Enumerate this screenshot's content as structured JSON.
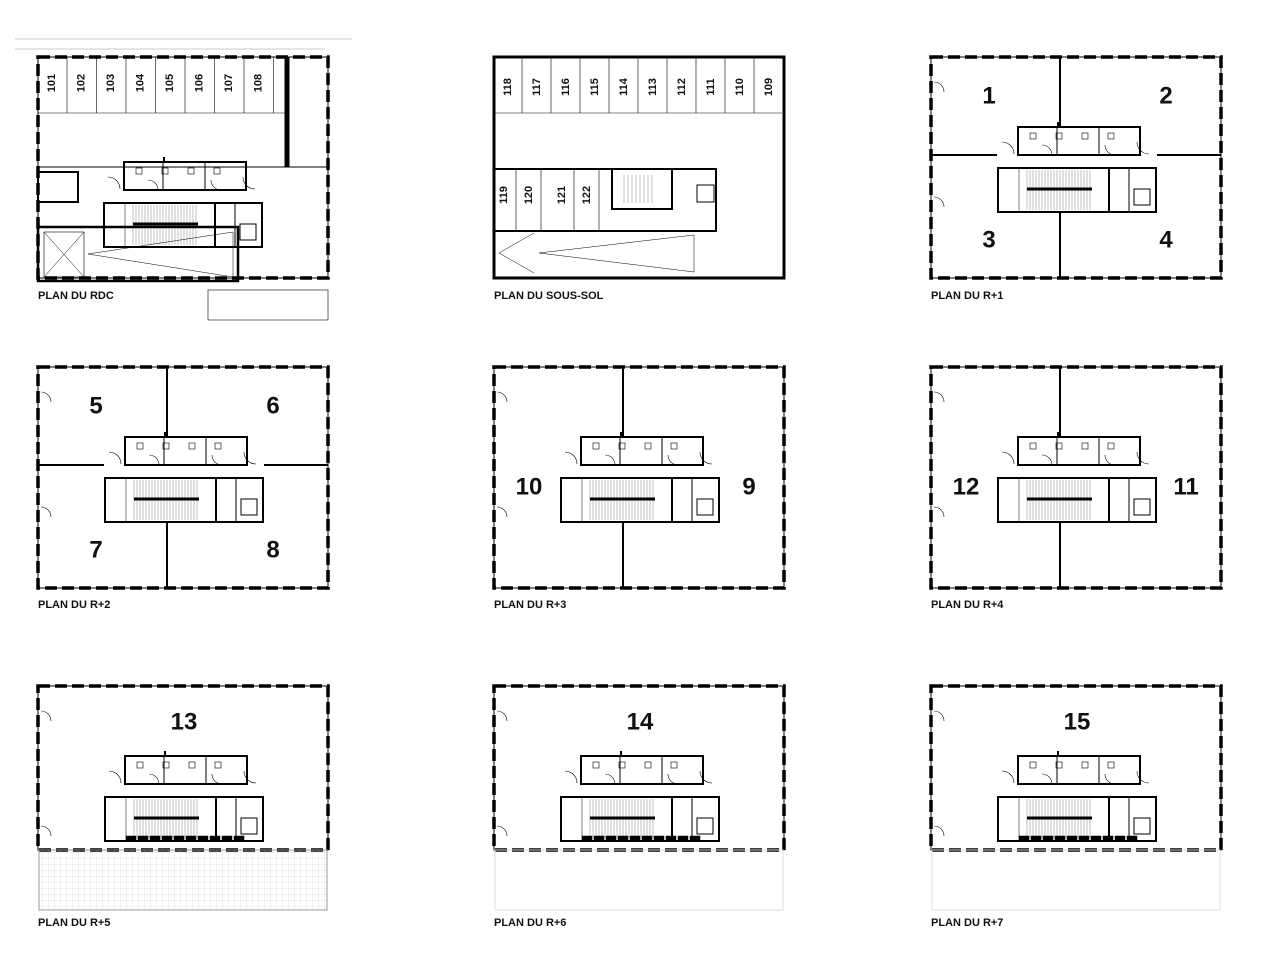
{
  "plans": [
    {
      "id": "rdc",
      "title": "PLAN DU RDC",
      "cells": [
        "101",
        "102",
        "103",
        "104",
        "105",
        "106",
        "107",
        "108"
      ]
    },
    {
      "id": "sous-sol",
      "title": "PLAN DU SOUS-SOL",
      "cells": [
        "118",
        "117",
        "116",
        "115",
        "114",
        "113",
        "112",
        "111",
        "110",
        "109"
      ],
      "lower_cells": [
        "119",
        "120",
        "121",
        "122"
      ]
    },
    {
      "id": "r1",
      "title": "PLAN DU R+1",
      "units": [
        "1",
        "2",
        "3",
        "4"
      ]
    },
    {
      "id": "r2",
      "title": "PLAN DU R+2",
      "units": [
        "5",
        "6",
        "7",
        "8"
      ]
    },
    {
      "id": "r3",
      "title": "PLAN DU R+3",
      "units": [
        "10",
        "9"
      ]
    },
    {
      "id": "r4",
      "title": "PLAN DU R+4",
      "units": [
        "12",
        "11"
      ]
    },
    {
      "id": "r5",
      "title": "PLAN DU R+5",
      "units": [
        "13"
      ]
    },
    {
      "id": "r6",
      "title": "PLAN DU R+6",
      "units": [
        "14"
      ]
    },
    {
      "id": "r7",
      "title": "PLAN DU R+7",
      "units": [
        "15"
      ]
    }
  ]
}
